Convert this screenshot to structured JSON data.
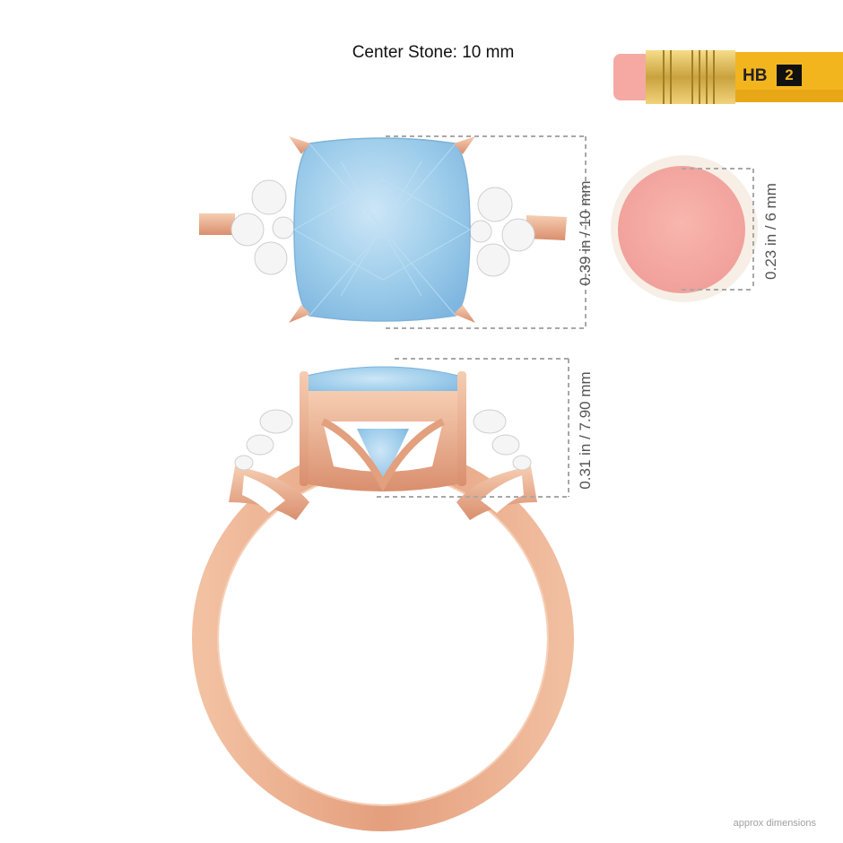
{
  "header": {
    "title": "Center Stone: 10 mm"
  },
  "dimensions": {
    "top_view_height": "0.39 in / 10 mm",
    "side_view_height": "0.31 in / 7.90 mm",
    "eraser_diameter": "0.23 in / 6 mm"
  },
  "pencil": {
    "grade": "HB",
    "number": "2"
  },
  "footnote": "approx dimensions",
  "colors": {
    "rose_gold": "#e7a583",
    "aquamarine": "#98c8e8",
    "diamond": "#f4f4f4",
    "eraser": "#f4a8a3",
    "pencil_yellow": "#f3b51e",
    "dimension_line": "#a8a8a8"
  }
}
